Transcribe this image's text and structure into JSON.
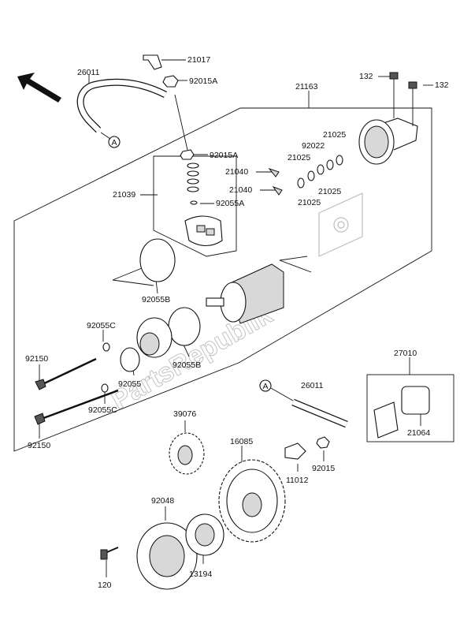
{
  "labels": {
    "p21017": "21017",
    "p26011_top": "26011",
    "p92015A_top": "92015A",
    "p21163": "21163",
    "p132_a": "132",
    "p132_b": "132",
    "p92015A_mid": "92015A",
    "p21040_a": "21040",
    "p21040_b": "21040",
    "p92055A": "92055A",
    "p21039": "21039",
    "p21025_a": "21025",
    "p92022": "92022",
    "p21025_b": "21025",
    "p21025_c": "21025",
    "p21025_d": "21025",
    "p92055B_a": "92055B",
    "p92055C_a": "92055C",
    "p92150_a": "92150",
    "p92055": "92055",
    "p92055B_b": "92055B",
    "p92055C_b": "92055C",
    "p92150_b": "92150",
    "p27010": "27010",
    "p26011_bot": "26011",
    "p21064": "21064",
    "p39076": "39076",
    "p16085": "16085",
    "p11012": "11012",
    "p92015": "92015",
    "p92048": "92048",
    "p13194": "13194",
    "p120": "120"
  },
  "callouts": {
    "ref_a_top": "A",
    "ref_a_bot": "A"
  },
  "watermark": "PartsRepublik",
  "icons": {
    "direction": "arrow-up-left-icon",
    "watermark_logo": "gear-flag-icon"
  }
}
